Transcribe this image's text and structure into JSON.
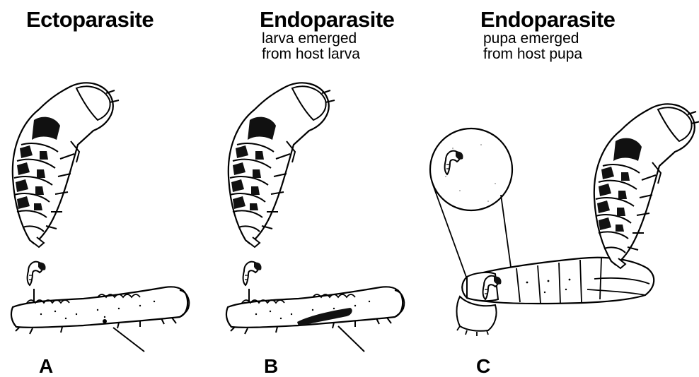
{
  "panels": [
    {
      "id": "A",
      "title": "Ectoparasite",
      "subtitle_lines": [],
      "letter": "A"
    },
    {
      "id": "B",
      "title": "Endoparasite",
      "subtitle_lines": [
        "larva emerged",
        "from host larva"
      ],
      "letter": "B"
    },
    {
      "id": "C",
      "title": "Endoparasite",
      "subtitle_lines": [
        "pupa emerged",
        "from host pupa"
      ],
      "letter": "C"
    }
  ]
}
